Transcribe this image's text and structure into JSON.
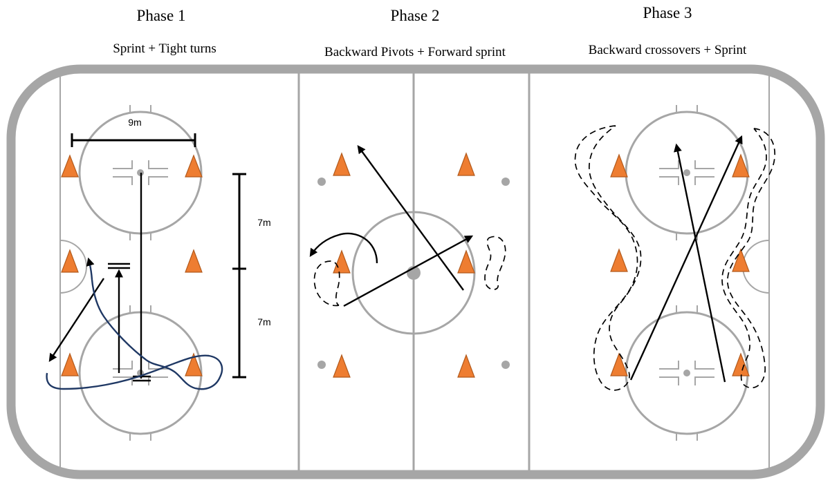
{
  "phases": [
    {
      "title": "Phase 1",
      "subtitle": "Sprint + Tight turns"
    },
    {
      "title": "Phase 2",
      "subtitle": "Backward Pivots + Forward sprint"
    },
    {
      "title": "Phase 3",
      "subtitle": "Backward crossovers + Sprint"
    }
  ],
  "measurements": {
    "horizontal": "9m",
    "vertical_top": "7m",
    "vertical_bottom": "7m"
  },
  "colors": {
    "cone": "#ee7d31",
    "rink_line": "#a6a6a6",
    "path_blue": "#1f3864",
    "arrow": "#000000"
  }
}
